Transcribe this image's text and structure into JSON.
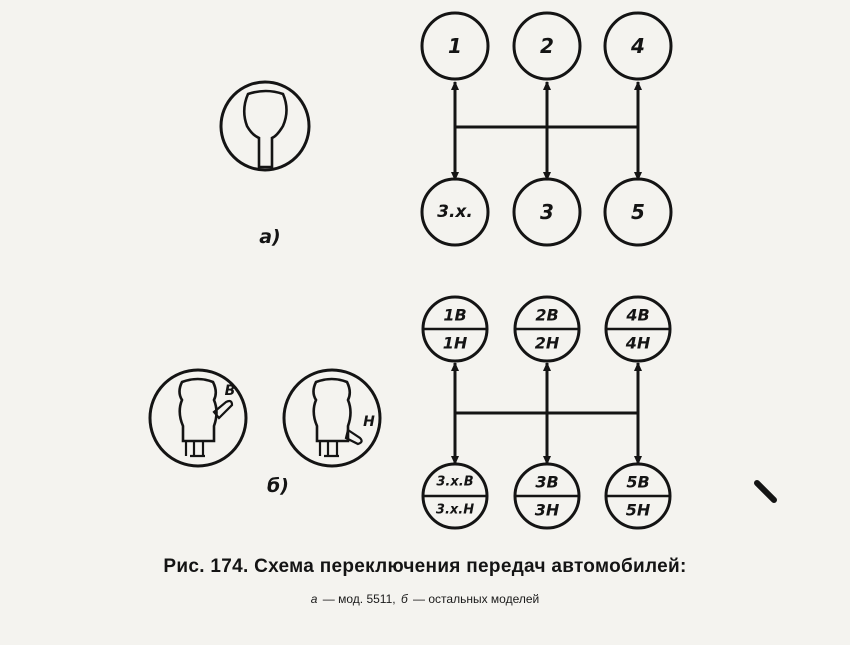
{
  "diagram_a": {
    "label": "а)",
    "top_row": [
      "1",
      "2",
      "4"
    ],
    "bottom_row": [
      "3.х.",
      "3",
      "5"
    ]
  },
  "diagram_b": {
    "label": "б)",
    "knob_left_letter": "В",
    "knob_right_letter": "Н",
    "top_row": [
      {
        "upper": "1В",
        "lower": "1Н"
      },
      {
        "upper": "2В",
        "lower": "2Н"
      },
      {
        "upper": "4В",
        "lower": "4Н"
      }
    ],
    "bottom_row": [
      {
        "upper": "3.х.В",
        "lower": "3.х.Н"
      },
      {
        "upper": "3В",
        "lower": "3Н"
      },
      {
        "upper": "5В",
        "lower": "5Н"
      }
    ]
  },
  "caption": {
    "title": "Рис. 174. Схема переключения передач автомобилей:",
    "sub_a_letter": "а",
    "sub_a_text": "— мод. 5511,",
    "sub_b_letter": "б",
    "sub_b_text": "— остальных моделей"
  }
}
